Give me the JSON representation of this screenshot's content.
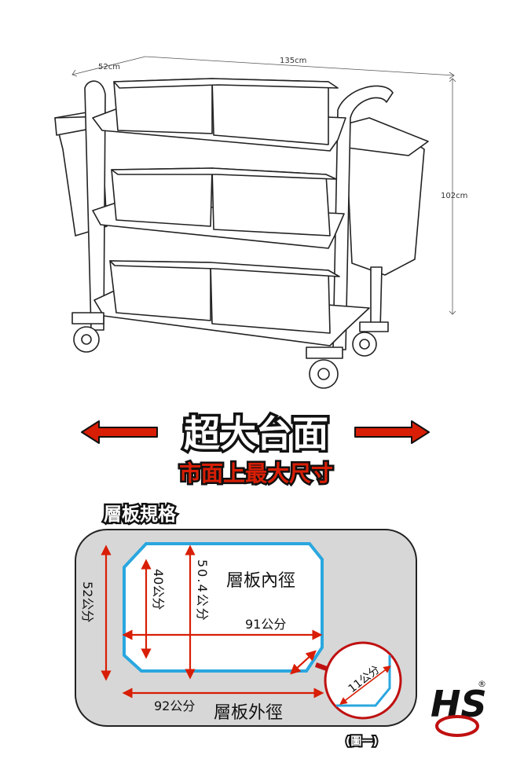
{
  "dimensions": {
    "depth": "52cm",
    "width": "135cm",
    "height": "102cm"
  },
  "banner": {
    "headline": "超大台面",
    "subline": "市面上最大尺寸"
  },
  "spec": {
    "title": "層板規格",
    "outer_depth": "52公分",
    "inner_depth": "40公分",
    "inner_depth_full": "50.4公分",
    "inner_label": "層板內徑",
    "inner_width": "91公分",
    "outer_width": "92公分",
    "outer_label": "層板外徑",
    "corner": "11公分",
    "figure_caption": "(圖一)"
  },
  "logo": {
    "letters": "HS",
    "registered": "®"
  },
  "colors": {
    "arrow_red": "#d81e05",
    "cyan": "#2aa7df",
    "panel_gray": "#d7d7d7"
  }
}
